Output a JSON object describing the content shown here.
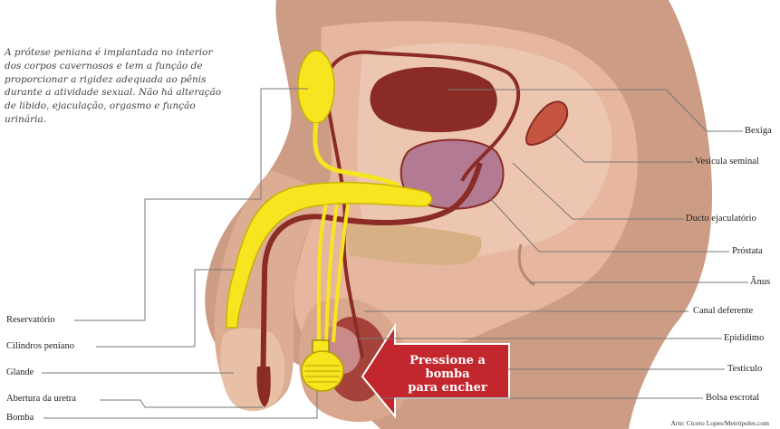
{
  "intro_text": "A prótese peniana é implantada no interior dos corpos cavernosos e tem a função de proporcionar a rigidez adequada ao pênis durante a atividade sexual. Não há alteração de libido, ejaculação, orgasmo e função urinária.",
  "callout": {
    "line1": "Pressione a bomba",
    "line2": "para encher"
  },
  "labels": {
    "left": [
      "Reservatório",
      "Cilindros peniano",
      "Glande",
      "Abertura da uretra",
      "Bomba"
    ],
    "right": [
      "Bexiga",
      "Vesícula seminal",
      "Ducto ejaculatório",
      "Próstata",
      "Ânus",
      "Canal deferente",
      "Epidídimo",
      "Testículo",
      "Bolsa escrotal"
    ]
  },
  "credit": "Arte: Cícero Lopes/Metrópoles.com",
  "colors": {
    "skin_dark": "#cc9c84",
    "skin_mid": "#dcad93",
    "skin_light": "#ecc6b0",
    "organ_dark": "#8a2c25",
    "prostate": "#b37a93",
    "implant": "#f6e51f",
    "arrow": "#c2272d"
  }
}
